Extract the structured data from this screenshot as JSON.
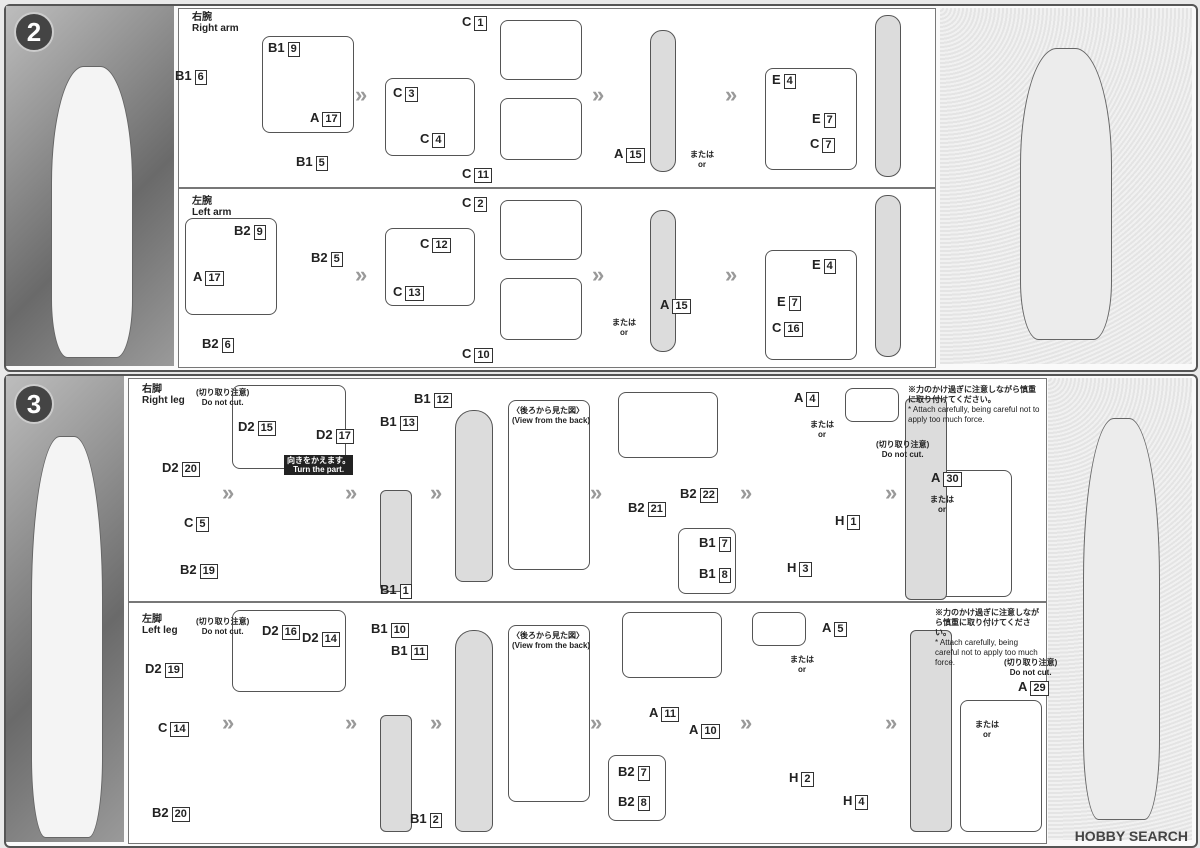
{
  "steps": [
    {
      "number": "2",
      "right_arm": {
        "title_jp": "右腕",
        "title_en": "Right arm",
        "parts": [
          {
            "l": "B1",
            "n": "6"
          },
          {
            "l": "B1",
            "n": "9"
          },
          {
            "l": "A",
            "n": "17"
          },
          {
            "l": "B1",
            "n": "5"
          },
          {
            "l": "C",
            "n": "3"
          },
          {
            "l": "C",
            "n": "4"
          },
          {
            "l": "C",
            "n": "1"
          },
          {
            "l": "C",
            "n": "11"
          },
          {
            "l": "A",
            "n": "15"
          },
          {
            "l": "E",
            "n": "4"
          },
          {
            "l": "E",
            "n": "7"
          },
          {
            "l": "C",
            "n": "7"
          }
        ]
      },
      "left_arm": {
        "title_jp": "左腕",
        "title_en": "Left arm",
        "parts": [
          {
            "l": "B2",
            "n": "9"
          },
          {
            "l": "A",
            "n": "17"
          },
          {
            "l": "B2",
            "n": "5"
          },
          {
            "l": "B2",
            "n": "6"
          },
          {
            "l": "C",
            "n": "12"
          },
          {
            "l": "C",
            "n": "13"
          },
          {
            "l": "C",
            "n": "2"
          },
          {
            "l": "C",
            "n": "10"
          },
          {
            "l": "A",
            "n": "15"
          },
          {
            "l": "E",
            "n": "4"
          },
          {
            "l": "E",
            "n": "7"
          },
          {
            "l": "C",
            "n": "16"
          }
        ]
      }
    },
    {
      "number": "3",
      "right_leg": {
        "title_jp": "右脚",
        "title_en": "Right leg",
        "parts": [
          {
            "l": "D2",
            "n": "20"
          },
          {
            "l": "C",
            "n": "5"
          },
          {
            "l": "B2",
            "n": "19"
          },
          {
            "l": "D2",
            "n": "15"
          },
          {
            "l": "D2",
            "n": "17"
          },
          {
            "l": "B1",
            "n": "12"
          },
          {
            "l": "B1",
            "n": "13"
          },
          {
            "l": "B1",
            "n": "1"
          },
          {
            "l": "B2",
            "n": "21"
          },
          {
            "l": "B2",
            "n": "22"
          },
          {
            "l": "B1",
            "n": "7"
          },
          {
            "l": "B1",
            "n": "8"
          },
          {
            "l": "A",
            "n": "4"
          },
          {
            "l": "H",
            "n": "1"
          },
          {
            "l": "H",
            "n": "3"
          },
          {
            "l": "A",
            "n": "30"
          }
        ]
      },
      "left_leg": {
        "title_jp": "左脚",
        "title_en": "Left leg",
        "parts": [
          {
            "l": "D2",
            "n": "19"
          },
          {
            "l": "C",
            "n": "14"
          },
          {
            "l": "B2",
            "n": "20"
          },
          {
            "l": "D2",
            "n": "16"
          },
          {
            "l": "D2",
            "n": "14"
          },
          {
            "l": "B1",
            "n": "10"
          },
          {
            "l": "B1",
            "n": "11"
          },
          {
            "l": "B1",
            "n": "2"
          },
          {
            "l": "A",
            "n": "11"
          },
          {
            "l": "A",
            "n": "10"
          },
          {
            "l": "B2",
            "n": "7"
          },
          {
            "l": "B2",
            "n": "8"
          },
          {
            "l": "A",
            "n": "5"
          },
          {
            "l": "H",
            "n": "2"
          },
          {
            "l": "H",
            "n": "4"
          },
          {
            "l": "A",
            "n": "29"
          }
        ]
      }
    }
  ],
  "notes": {
    "do_not_cut_jp": "(切り取り注意)",
    "do_not_cut_en": "Do not cut.",
    "turn_jp": "向きをかえます。",
    "turn_en": "Turn the part.",
    "back_jp": "〈後ろから見た図〉",
    "back_en": "(View from the back)",
    "careful_jp": "※力のかけ過ぎに注意しながら慎重に取り付けてください。",
    "careful_en": "* Attach carefully, being careful not to apply too much force.",
    "or_jp": "または",
    "or_en": "or",
    "arrow": "»"
  },
  "watermark": "HOBBY SEARCH"
}
